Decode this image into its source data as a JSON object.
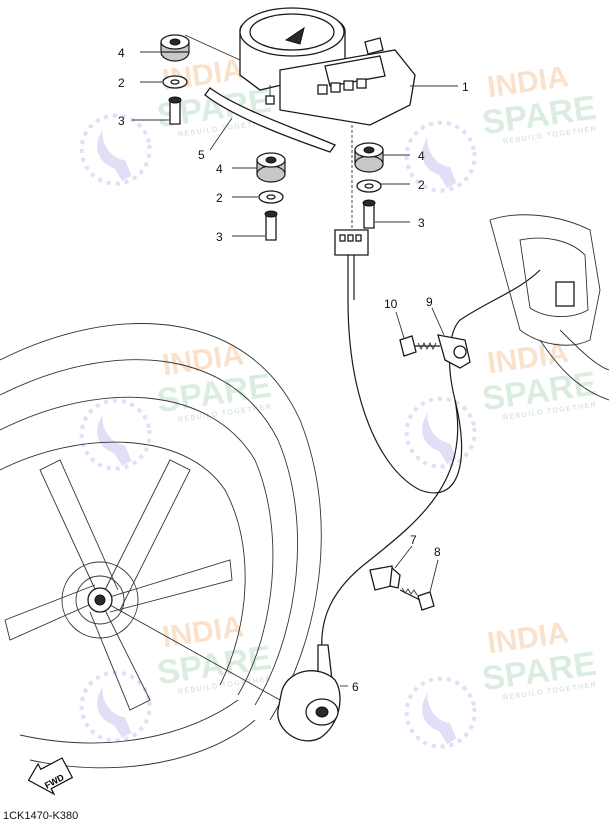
{
  "diagram": {
    "code": "1CK1470-K380",
    "fwd_label": "FWD",
    "callouts": [
      "1",
      "2",
      "3",
      "4",
      "5",
      "6",
      "7",
      "8",
      "9",
      "10"
    ],
    "watermark": {
      "line1": "INDIA",
      "line2": "SPARE",
      "tagline": "REBUILD TOGETHER",
      "color_orange": "#f6c9a3",
      "color_green": "#bfe0c8",
      "color_blue": "#c9c6ef"
    }
  }
}
